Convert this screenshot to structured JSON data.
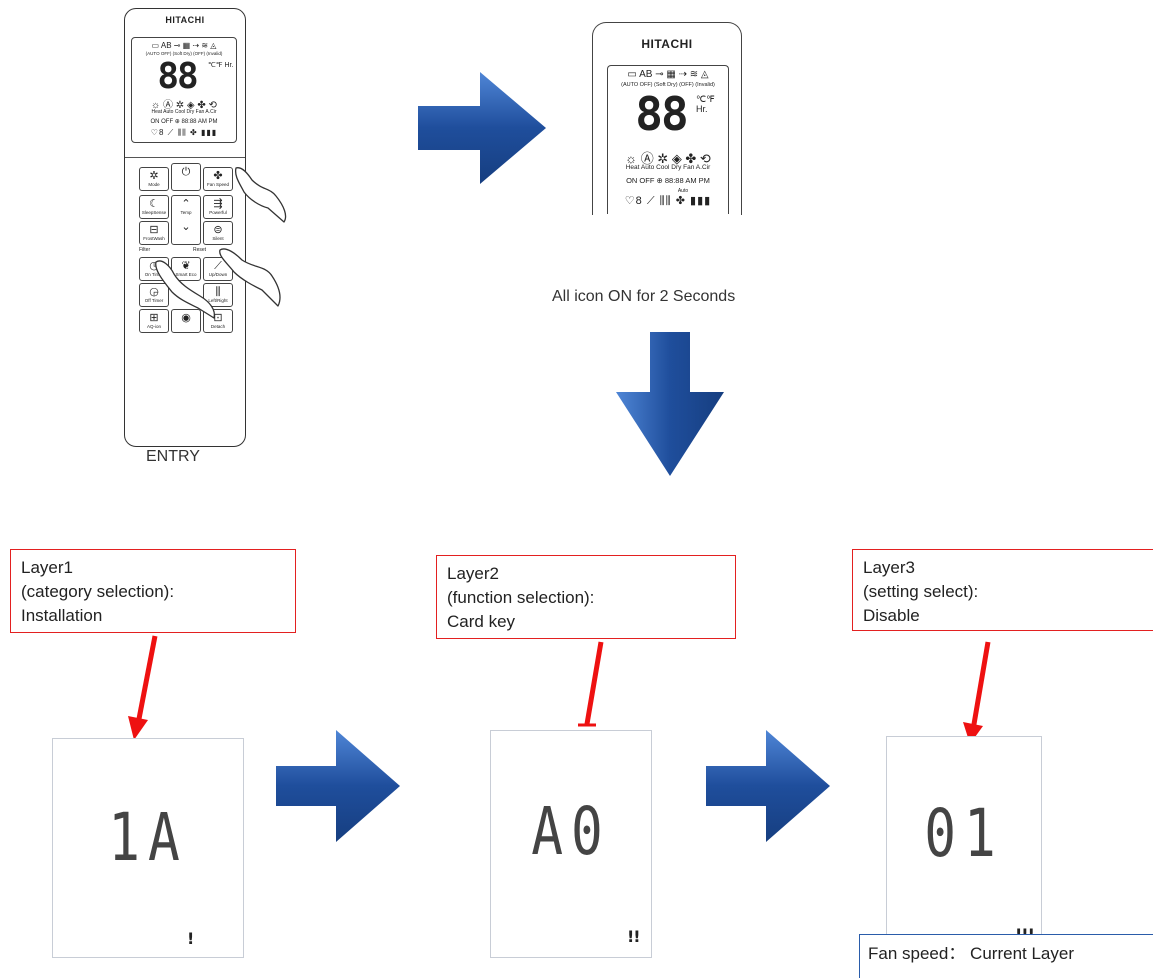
{
  "remote_large": {
    "brand": "HITACHI",
    "lcd_row1": "▭ AB ⊸ ▦ ⇢ ≋ ◬",
    "lcd_row2": "(AUTO OFF) (Soft Dry) (OFF) (Invalid)",
    "lcd_digits": "88",
    "lcd_unit": "℃℉ Hr.",
    "lcd_row4": "☼ Ⓐ ✲ ◈ ✤ ⟲",
    "lcd_row5": "Heat Auto Cool Dry Fan A.Cir",
    "lcd_row6": "ON OFF ⊕ 88:88 AM PM",
    "buttons": {
      "mode": "Mode",
      "power": "",
      "fan_speed": "Fan Speed",
      "sleep_sense": "SleepSense",
      "temp": "Temp",
      "powerful": "Powerful",
      "frost_wash": "FrostWash",
      "silent": "Silent",
      "filter": "Filter",
      "reset": "Reset",
      "on_timer": "On Timer",
      "smart_eco": "Smart Eco",
      "up_down": "Up/Down",
      "off_timer": "Off Timer",
      "left_right": "Left/Right",
      "aq_ion": "AQ-ion",
      "i_see": "",
      "detach": "Detach"
    }
  },
  "entry_label": "ENTRY",
  "remote_small": {
    "brand": "HITACHI",
    "lcd_row1": "▭ AB ⊸ ▦ ⇢ ≋ ◬",
    "lcd_row2": "(AUTO OFF) (Soft Dry) (OFF) (Invalid)",
    "lcd_digits": "88",
    "lcd_unit": "℃℉ Hr.",
    "lcd_row4": "☼ Ⓐ ✲ ◈ ✤ ⟲",
    "lcd_row5": "Heat Auto Cool Dry Fan A.Cir",
    "lcd_row6": "ON OFF ⊕ 88:88 AM PM",
    "lcd_row7": "Auto"
  },
  "all_icon_caption": "All icon ON for 2 Seconds",
  "layers": [
    {
      "lines": [
        "Layer1",
        "(category selection):",
        "Installation"
      ],
      "display": "1A",
      "fan": "!"
    },
    {
      "lines": [
        "Layer2",
        "(function selection):",
        "Card key"
      ],
      "display": "A0",
      "fan": "!!"
    },
    {
      "lines": [
        "Layer3",
        "(setting select):",
        "Disable"
      ],
      "display": "01",
      "fan": "!!!"
    }
  ],
  "fan_legend": "Fan speed： Current Layer",
  "colors": {
    "arrow": "#1f4e9c",
    "arrow_light": "#4f86d6",
    "label_border": "#e32020",
    "pointer": "#ee1111",
    "legend_border": "#2a5caa"
  }
}
